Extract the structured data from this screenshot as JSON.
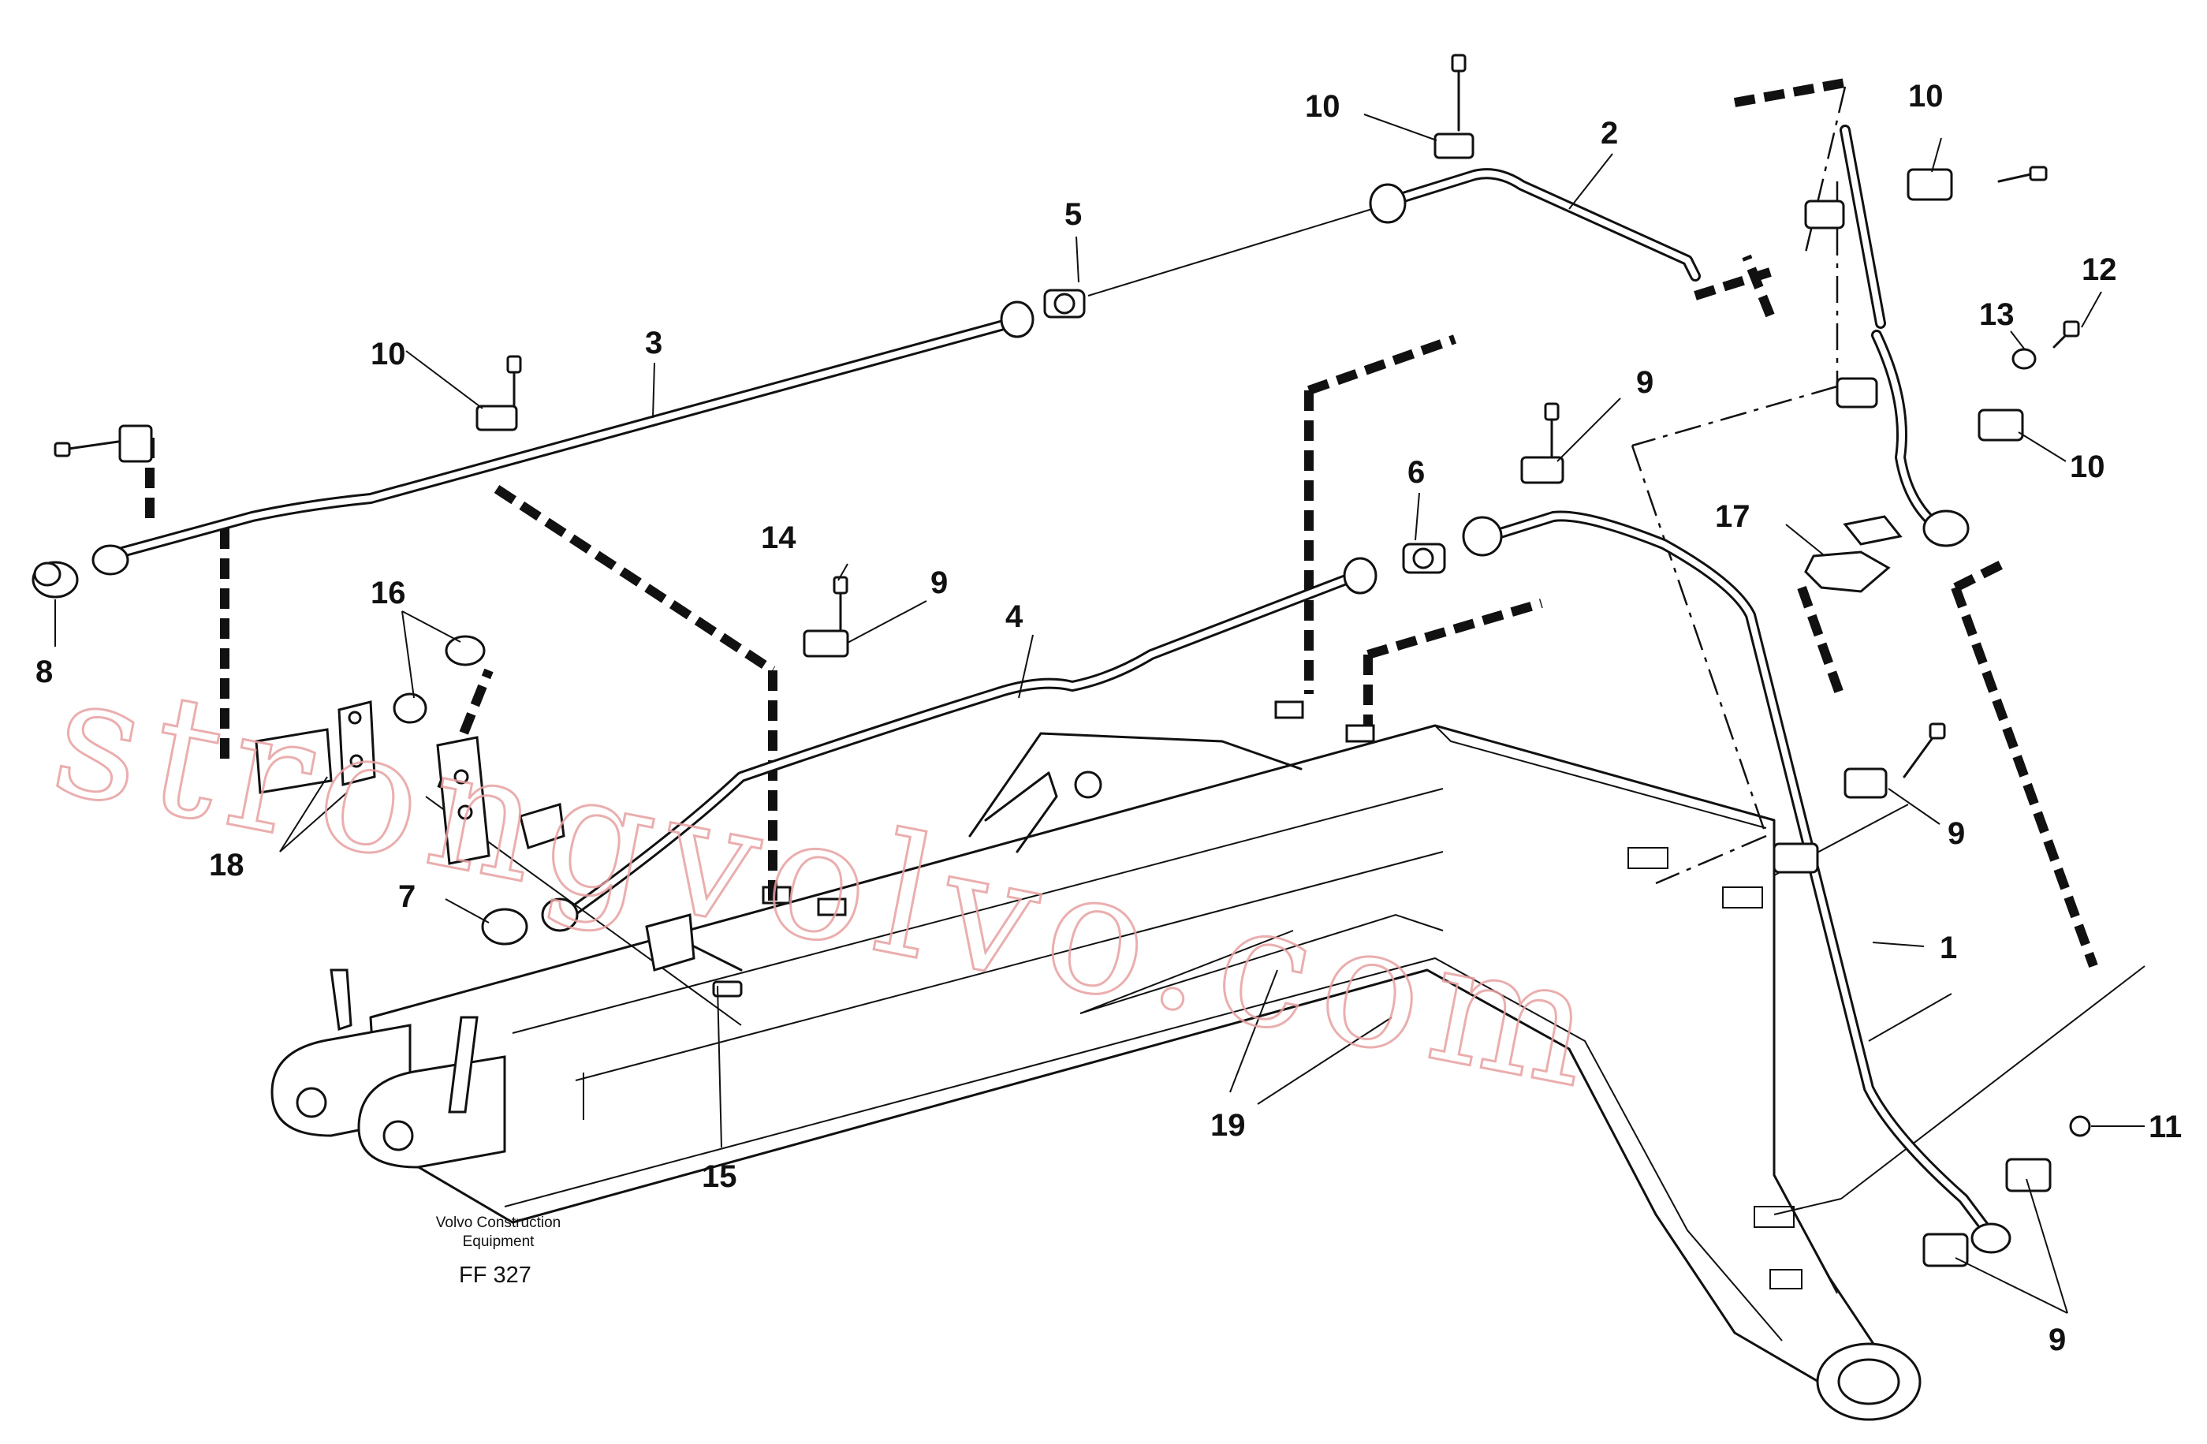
{
  "callouts": {
    "c1": "1",
    "c2": "2",
    "c3": "3",
    "c4": "4",
    "c5": "5",
    "c6": "6",
    "c7": "7",
    "c8": "8",
    "c9": "9",
    "c10": "10",
    "c11": "11",
    "c12": "12",
    "c13": "13",
    "c14": "14",
    "c15": "15",
    "c16": "16",
    "c17": "17",
    "c18": "18",
    "c19": "19"
  },
  "footer": {
    "maker_line1": "Volvo Construction",
    "maker_line2": "Equipment",
    "code": "FF 327"
  },
  "watermark": "strongvolvo.com"
}
